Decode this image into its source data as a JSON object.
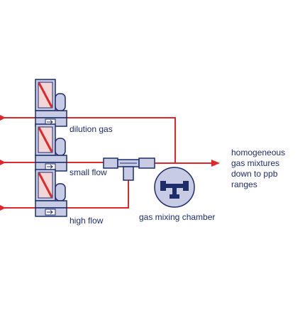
{
  "labels": {
    "dilution_gas": "dilution gas",
    "small_flow": "small flow",
    "high_flow": "high flow",
    "gas_mixing_chamber": "gas mixing chamber",
    "output_line1": "homogeneous",
    "output_line2": "gas mixtures",
    "output_line3": "down to ppb ranges"
  },
  "colors": {
    "flow_line": "#e1262c",
    "outline": "#1f2d6b",
    "controller_fill": "#c7cbe4",
    "display_window": "#f3d6d6",
    "chamber_circle": "#c7cbe4"
  }
}
